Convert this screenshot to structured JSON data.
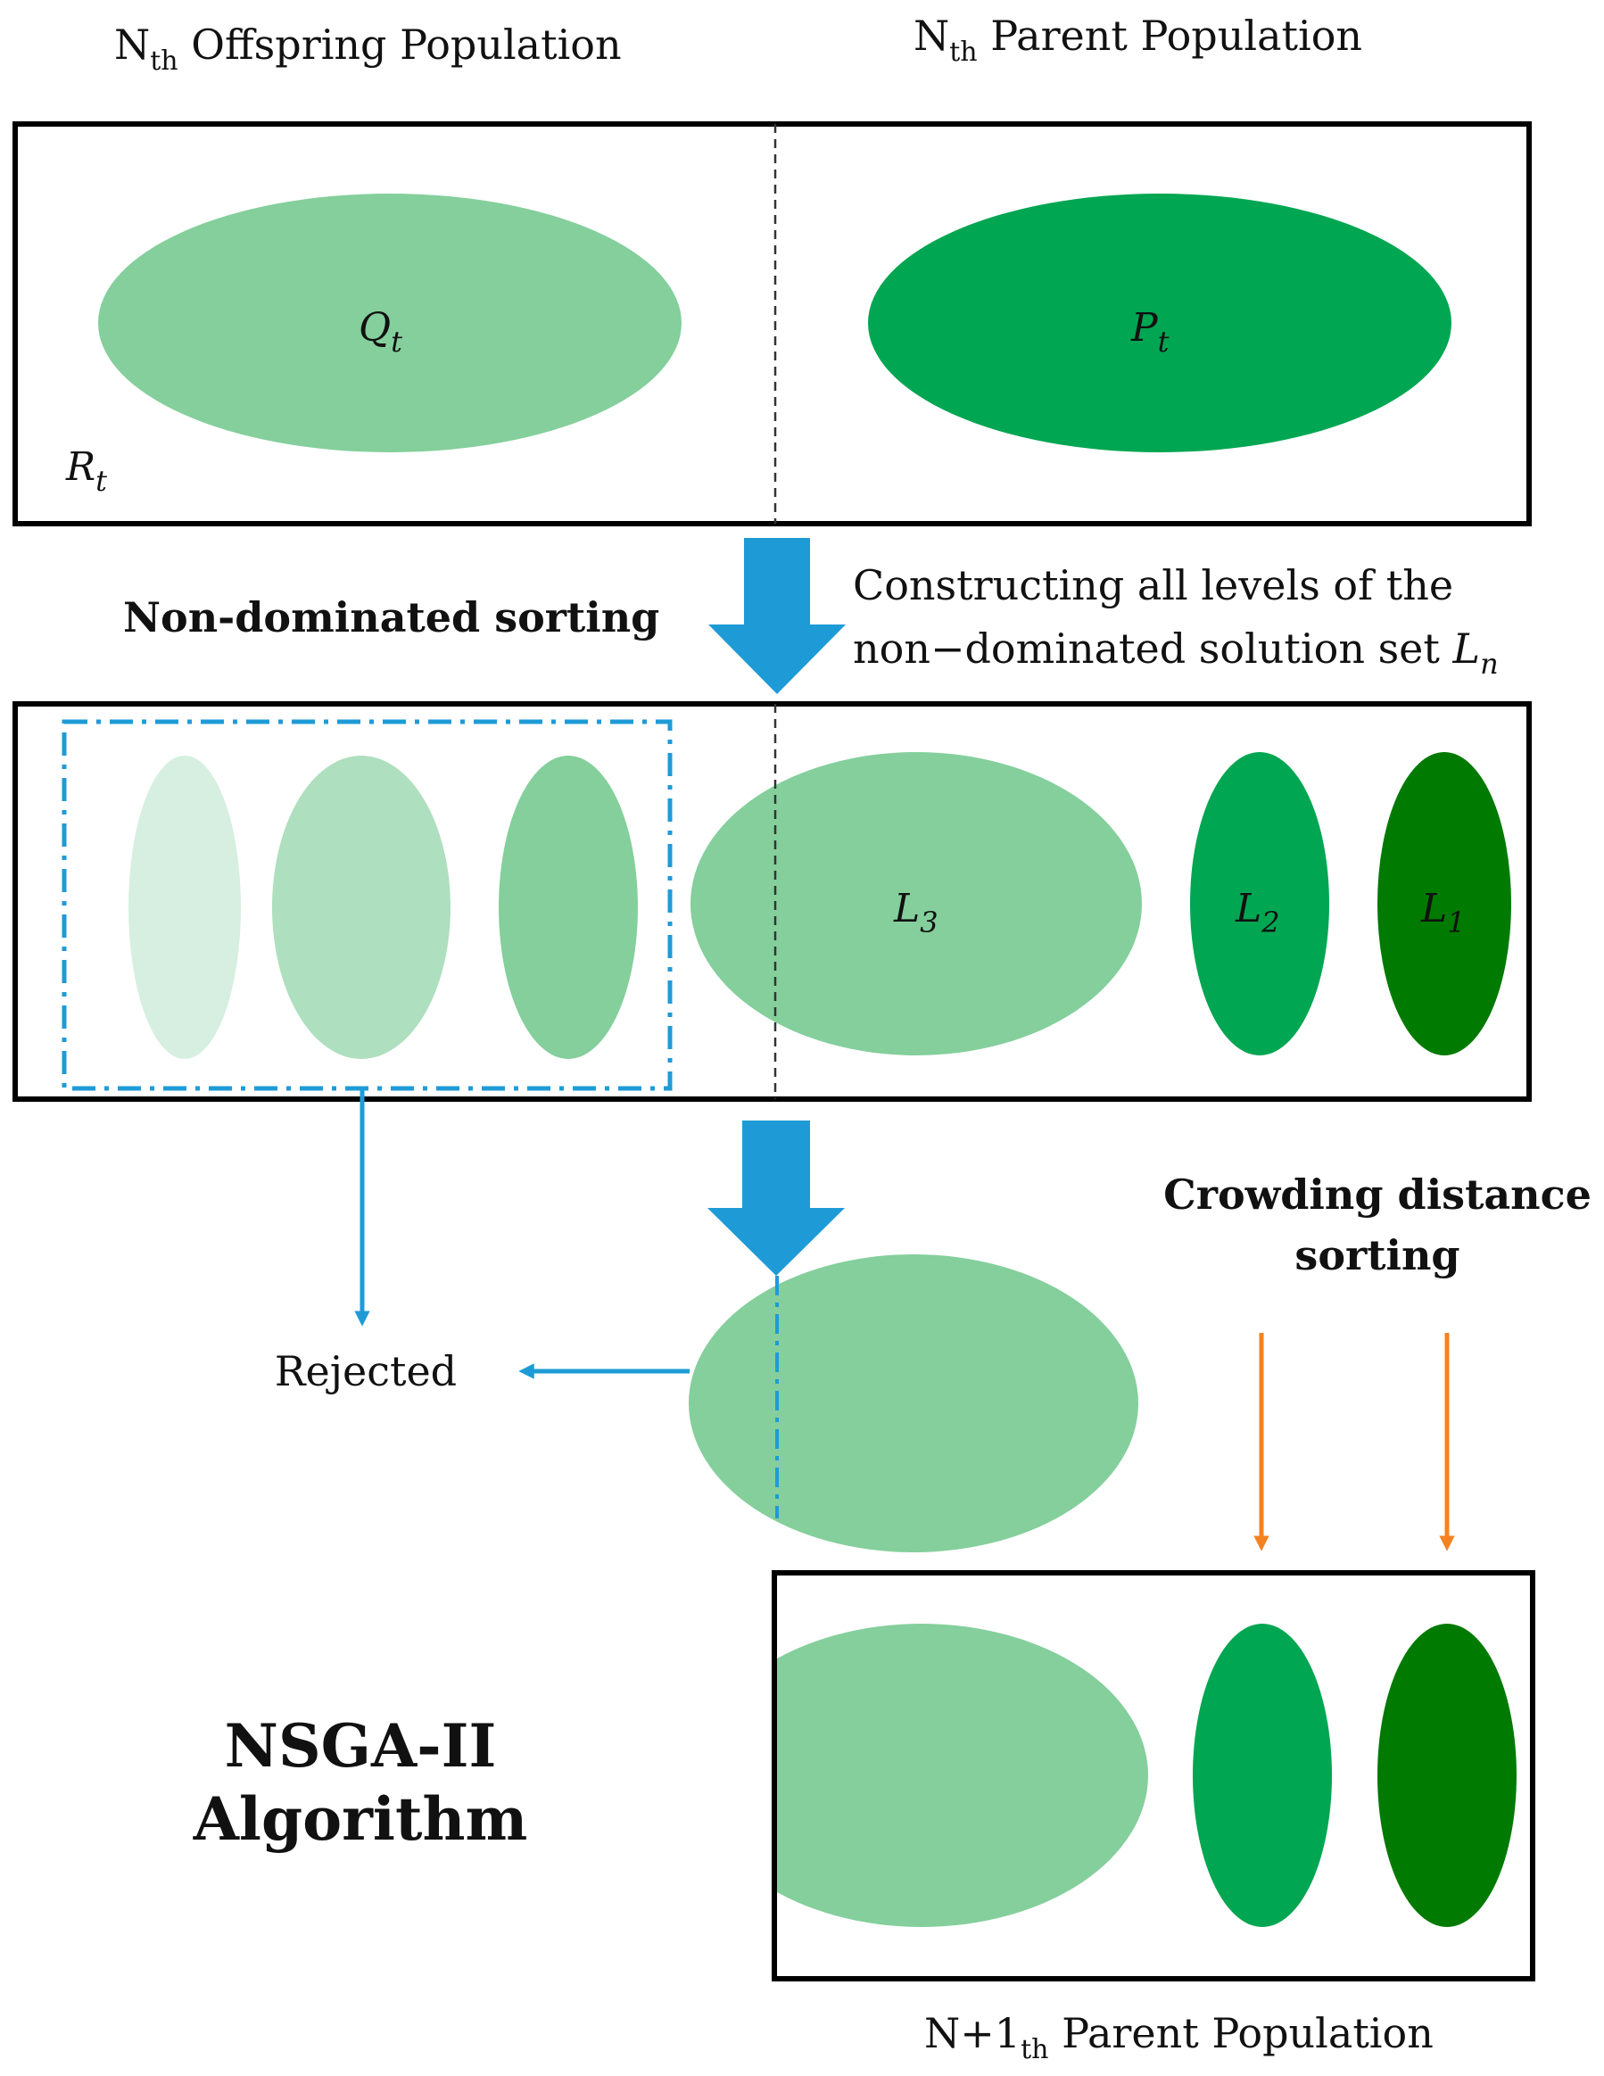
{
  "labels": {
    "offspring_main": "N",
    "offspring_sub": "th",
    "offspring_rest": " Offspring Population",
    "parent_main": "N",
    "parent_sub": "th",
    "parent_rest": " Parent Population",
    "next_parent_main": "N+1",
    "next_parent_sub": "th",
    "next_parent_rest": " Parent Population"
  },
  "sets": {
    "q_main": "Q",
    "q_sub": "t",
    "p_main": "P",
    "p_sub": "t",
    "r_main": "R",
    "r_sub": "t",
    "l3_main": "L",
    "l3_sub": "3",
    "l2_main": "L",
    "l2_sub": "2",
    "l1_main": "L",
    "l1_sub": "1"
  },
  "steps": {
    "non_dominated_sorting": "Non-dominated sorting",
    "constructing_line1": "Constructing all levels of the",
    "constructing_line2": "non−dominated solution set ",
    "ln_main": "L",
    "ln_sub": "n",
    "crowding_line1": "Crowding distance",
    "crowding_line2": "sorting",
    "rejected": "Rejected"
  },
  "title": {
    "line1": "NSGA-II",
    "line2": "Algorithm"
  },
  "colors": {
    "green_lightest": "#D6EFE0",
    "green_light": "#AEDFBE",
    "green_mid": "#84CF9C",
    "green_medium": "#00A651",
    "green_dark": "#007A00",
    "blue_arrow": "#1E9BD7",
    "orange_arrow": "#F58220",
    "frame": "#000000"
  }
}
